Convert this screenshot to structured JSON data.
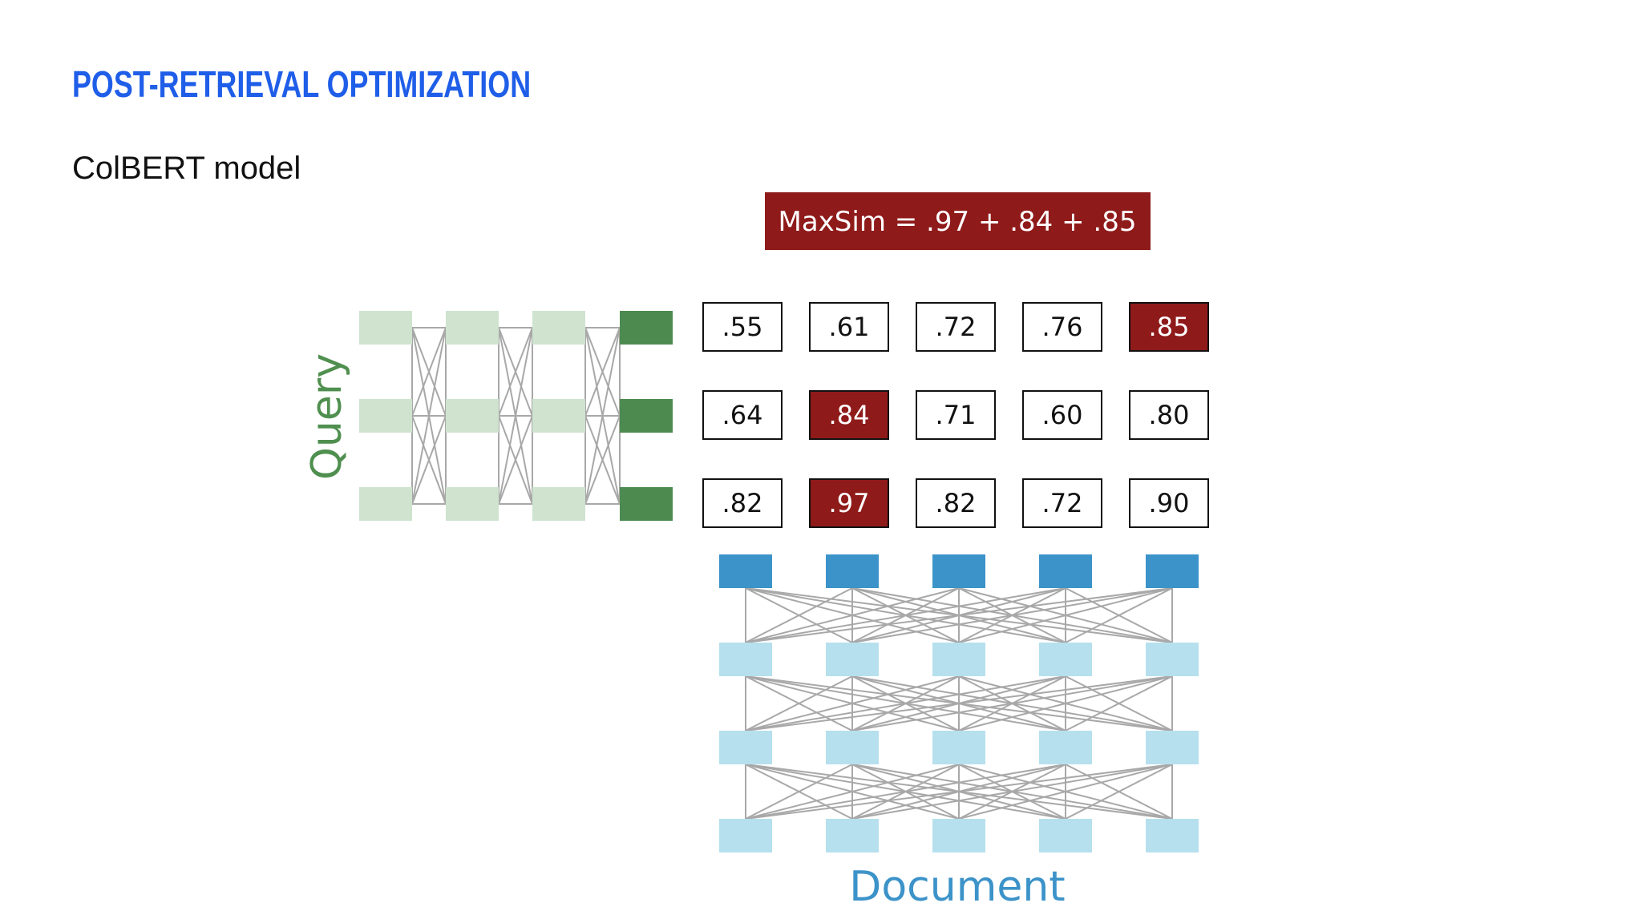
{
  "slide": {
    "title": "POST-RETRIEVAL OPTIMIZATION",
    "subtitle": "ColBERT model"
  },
  "diagram": {
    "maxsim_formula": "MaxSim = .97 + .84 + .85",
    "query_label": "Query",
    "document_label": "Document",
    "score_matrix": [
      [
        ".55",
        ".61",
        ".72",
        ".76",
        ".85"
      ],
      [
        ".64",
        ".84",
        ".71",
        ".60",
        ".80"
      ],
      [
        ".82",
        ".97",
        ".82",
        ".72",
        ".90"
      ]
    ],
    "highlighted_cells": [
      {
        "row": 0,
        "col": 4
      },
      {
        "row": 1,
        "col": 1
      },
      {
        "row": 2,
        "col": 1
      }
    ],
    "colors": {
      "title": "#1f5ee8",
      "highlight": "#8f1a1a",
      "query_light": "#cfe3cf",
      "query_dark": "#4d8a4f",
      "query_label": "#4f8f4f",
      "doc_light": "#b6e0ee",
      "doc_dark": "#3c93c9",
      "doc_label": "#3c93c9",
      "connector": "#a8a8a8"
    }
  }
}
